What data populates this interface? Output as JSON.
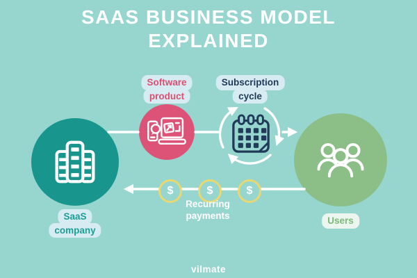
{
  "title": {
    "line1": "SAAS BUSINESS MODEL",
    "line2": "EXPLAINED"
  },
  "colors": {
    "background": "#96d6cf",
    "saas_circle": "#18968e",
    "product_circle": "#dd5377",
    "users_circle": "#8cbe88",
    "coin_yellow": "#e9d76f",
    "calendar_navy": "#213a57",
    "badge_background": "#d7ecf2",
    "users_badge_background": "#ecf6ee",
    "saas_label": "#1b9e95",
    "users_label": "#7db87a",
    "product_label": "#d94f72",
    "cycle_label": "#213a57",
    "title_text": "#ffffff"
  },
  "nodes": {
    "saas_company": {
      "icon": "building-icon",
      "label_line1": "SaaS",
      "label_line2": "company"
    },
    "software_product": {
      "icon": "devices-icon",
      "label_line1": "Software",
      "label_line2": "product"
    },
    "subscription_cycle": {
      "icon": "calendar-icon",
      "label_line1": "Subscription",
      "label_line2": "cycle"
    },
    "users": {
      "icon": "people-icon",
      "label": "Users"
    },
    "recurring_payments": {
      "icon": "dollar-coin-icon",
      "label_line1": "Recurring",
      "label_line2": "payments",
      "coin_symbol": "$",
      "coin_count": 3
    }
  },
  "footer": {
    "brand": "vilmate"
  }
}
